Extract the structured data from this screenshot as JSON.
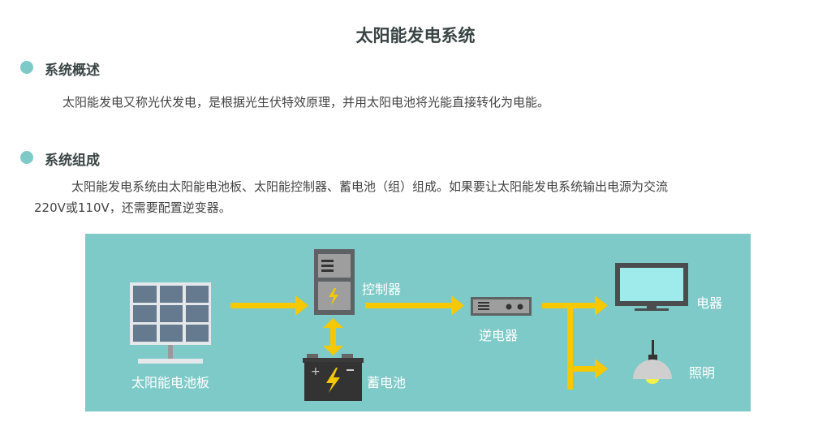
{
  "title": "太阳能发电系统",
  "sections": [
    {
      "heading": "系统概述",
      "text": "太阳能发电又称光伏发电，是根据光生伏特效原理，并用太阳电池将光能直接转化为电能。"
    },
    {
      "heading": "系统组成",
      "line1": "太阳能发电系统由太阳能电池板、太阳能控制器、蓄电池（组）组成。如果要让太阳能发电系统输出电源为交流",
      "line2": "220V或110V，还需要配置逆变器。"
    }
  ],
  "diagram": {
    "labels": {
      "panel": "太阳能电池板",
      "controller": "控制器",
      "battery": "蓄电池",
      "inverter": "逆电器",
      "appliance": "电器",
      "lighting": "照明"
    },
    "colors": {
      "background": "#7ecac8",
      "arrow": "#f5c800"
    }
  }
}
